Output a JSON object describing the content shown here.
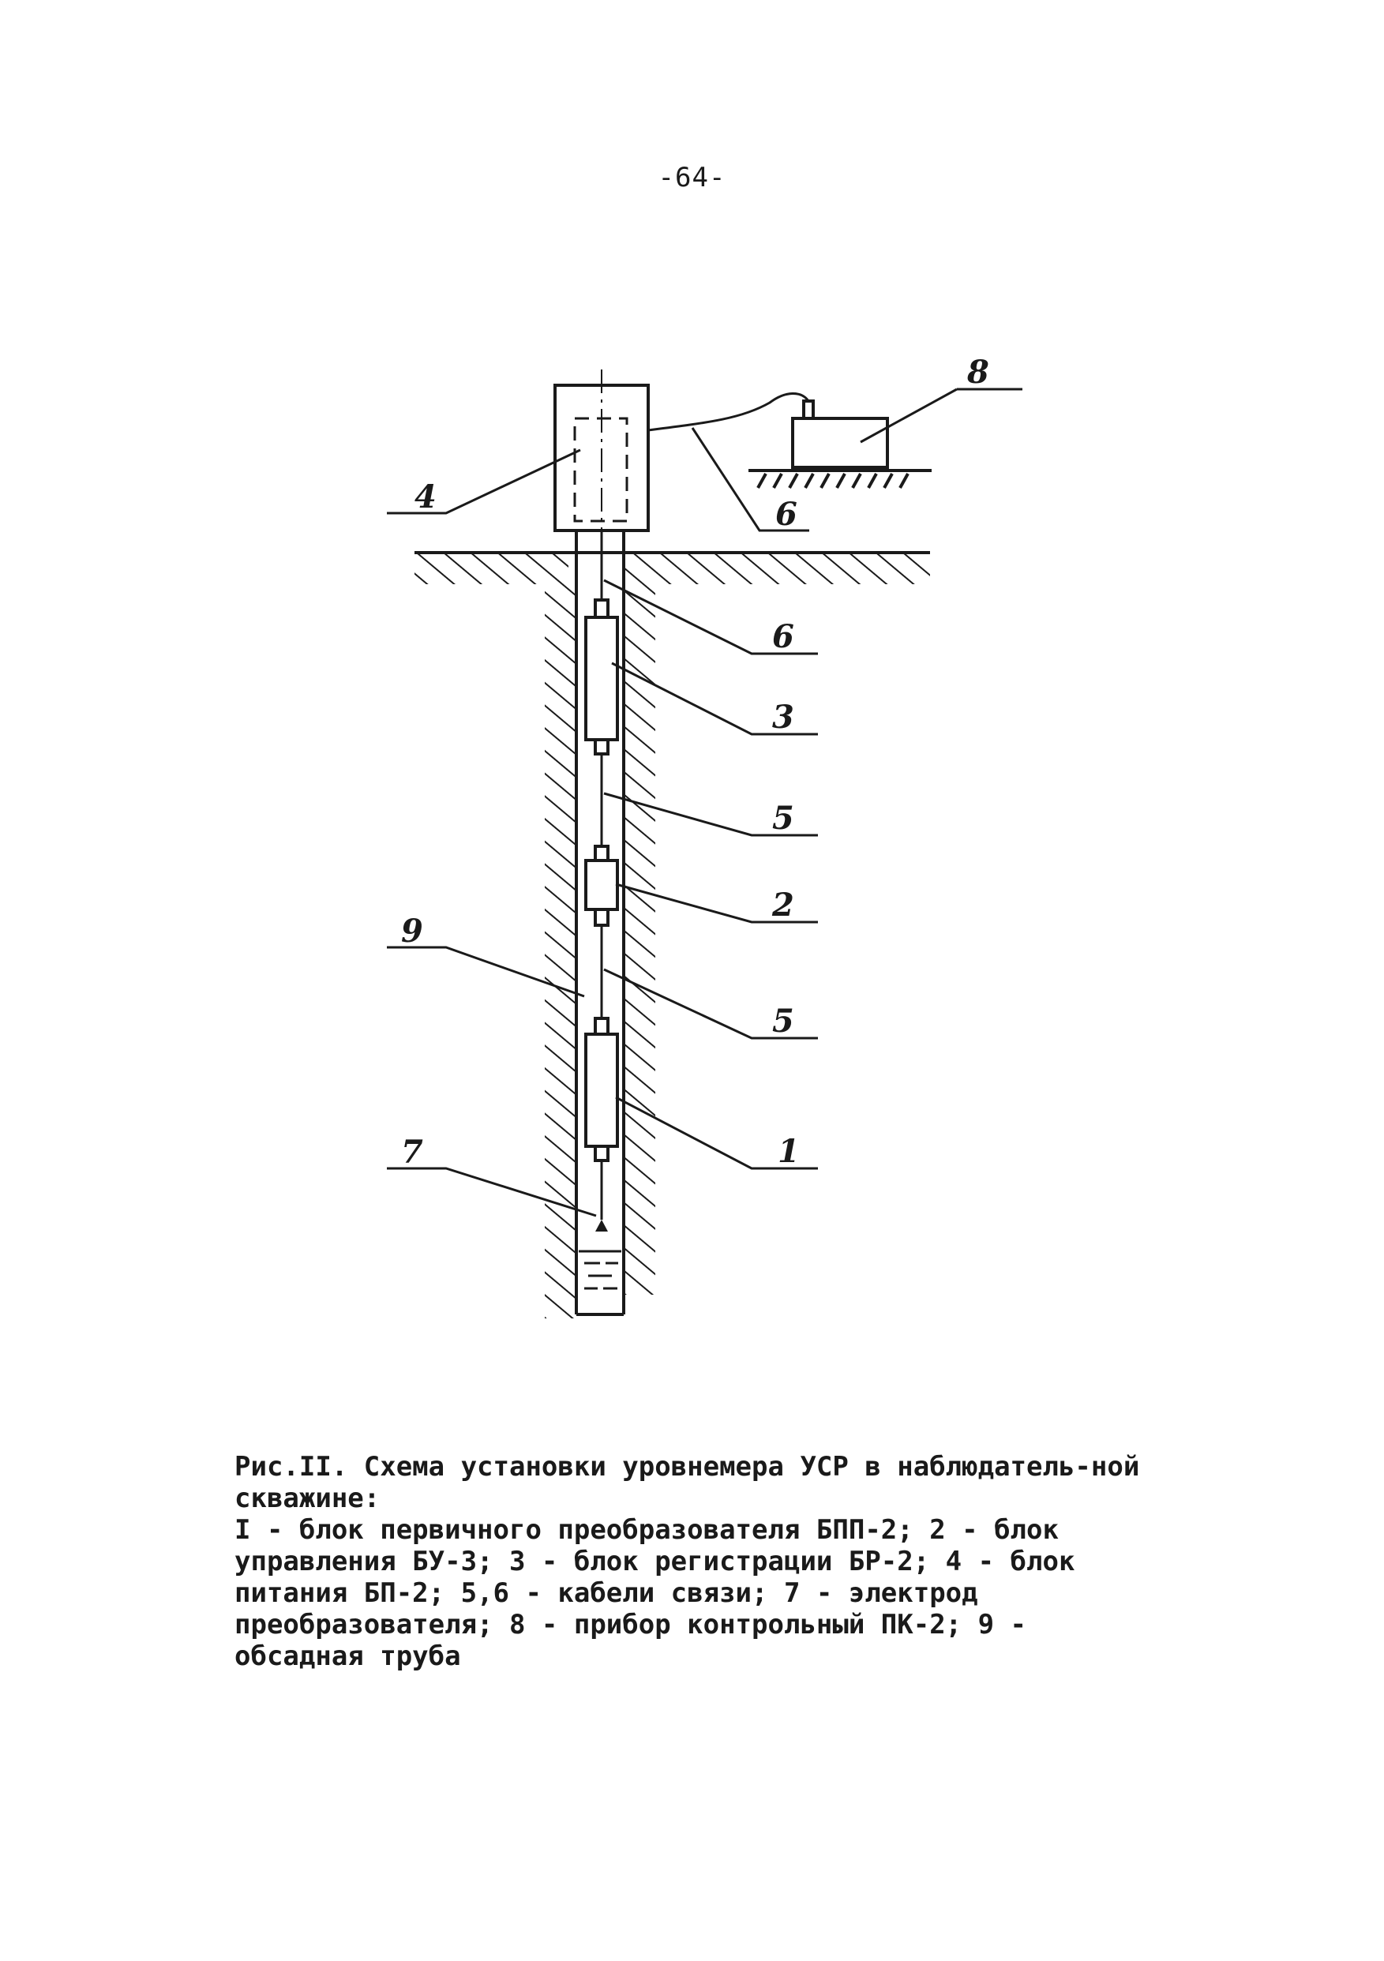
{
  "page": {
    "number": "-64-"
  },
  "diagram": {
    "labels": [
      "8",
      "4",
      "6",
      "6",
      "3",
      "5",
      "2",
      "9",
      "5",
      "1",
      "7"
    ]
  },
  "caption": {
    "title": "Рис.II. Схема установки уровнемера УСР в наблюдатель-ной скважине:",
    "legend": "I - блок первичного преобразователя БПП-2; 2 - блок управления БУ-3; 3 - блок регистрации БР-2; 4 - блок питания БП-2; 5,6 - кабели связи; 7 - электрод преобразователя; 8 - прибор контрольный ПК-2; 9 - обсадная труба"
  }
}
